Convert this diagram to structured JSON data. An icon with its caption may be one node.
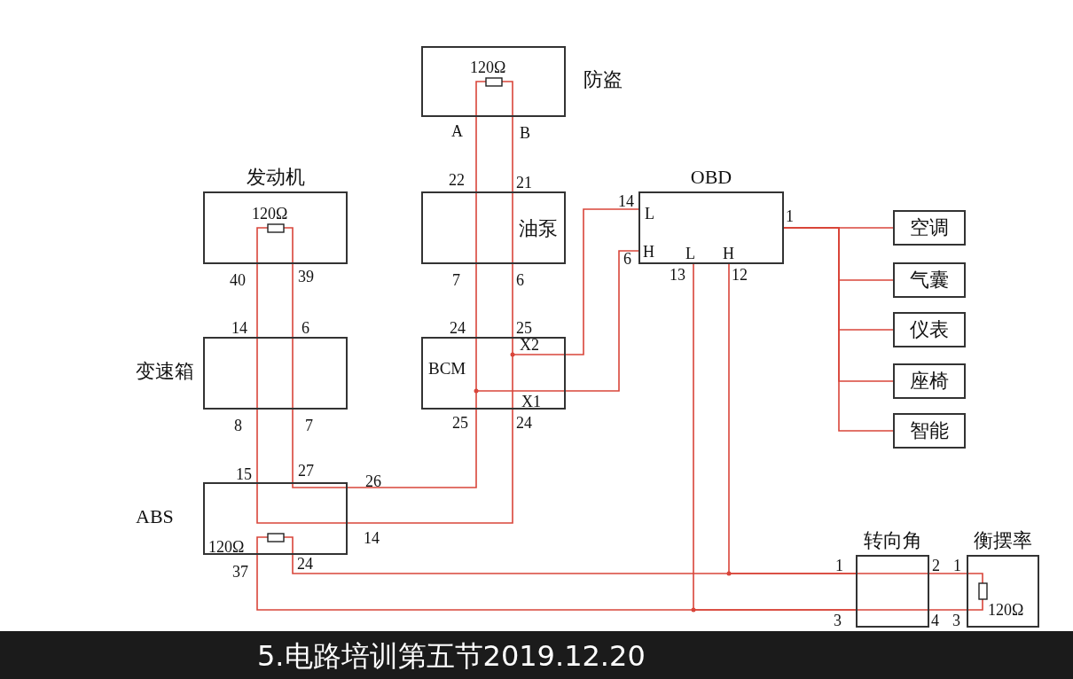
{
  "diagram": {
    "caption": "5.电路培训第五节2019.12.20",
    "nodes": [
      {
        "text": [
          "防盗"
        ]
      },
      {
        "text": [
          "发动机"
        ]
      },
      {
        "text": [
          "油泵"
        ]
      },
      {
        "text": [
          "OBD"
        ]
      },
      {
        "text": [
          "空调"
        ]
      },
      {
        "text": [
          "气囊"
        ]
      },
      {
        "text": [
          "仪表"
        ]
      },
      {
        "text": [
          "变速箱"
        ]
      },
      {
        "text": [
          "BCM"
        ]
      },
      {
        "text": [
          "座椅"
        ]
      },
      {
        "text": [
          "智能"
        ]
      },
      {
        "text": [
          "ABS"
        ]
      },
      {
        "text": [
          "转向角"
        ]
      },
      {
        "text": [
          "衡摆率"
        ]
      }
    ],
    "edges": [
      {
        "from": 0,
        "to": 2,
        "arrow": "none"
      },
      {
        "from": 0,
        "to": 2,
        "arrow": "none"
      },
      {
        "from": 2,
        "to": 8,
        "arrow": "none"
      },
      {
        "from": 2,
        "to": 8,
        "arrow": "none"
      },
      {
        "from": 8,
        "to": 11,
        "arrow": "none"
      },
      {
        "from": 8,
        "to": 11,
        "arrow": "none"
      },
      {
        "from": 11,
        "to": 7,
        "arrow": "none"
      },
      {
        "from": 11,
        "to": 7,
        "arrow": "none"
      },
      {
        "from": 7,
        "to": 1,
        "arrow": "none"
      },
      {
        "from": 7,
        "to": 1,
        "arrow": "none"
      },
      {
        "from": 8,
        "to": 3,
        "arrow": "none"
      },
      {
        "from": 8,
        "to": 3,
        "arrow": "none"
      },
      {
        "from": 3,
        "to": 12,
        "arrow": "none"
      },
      {
        "from": 3,
        "to": 12,
        "arrow": "none"
      },
      {
        "from": 11,
        "to": 12,
        "arrow": "none"
      },
      {
        "from": 11,
        "to": 12,
        "arrow": "none"
      },
      {
        "from": 12,
        "to": 13,
        "arrow": "none"
      },
      {
        "from": 12,
        "to": 13,
        "arrow": "none"
      },
      {
        "from": 3,
        "to": 4,
        "arrow": "none"
      },
      {
        "from": 3,
        "to": 5,
        "arrow": "none"
      },
      {
        "from": 3,
        "to": 6,
        "arrow": "none"
      },
      {
        "from": 3,
        "to": 9,
        "arrow": "none"
      },
      {
        "from": 3,
        "to": 10,
        "arrow": "none"
      }
    ],
    "labels": [
      "120Ω",
      "A",
      "B",
      "22",
      "21",
      "120Ω",
      "40",
      "39",
      "7",
      "6",
      "14",
      "L",
      "6",
      "H",
      "L",
      "H",
      "13",
      "12",
      "1",
      "14",
      "6",
      "24",
      "25",
      "X2",
      "X1",
      "8",
      "7",
      "25",
      "24",
      "15",
      "27",
      "26",
      "14",
      "120Ω",
      "37",
      "24",
      "1",
      "2",
      "1",
      "3",
      "4",
      "3",
      "120Ω"
    ]
  }
}
